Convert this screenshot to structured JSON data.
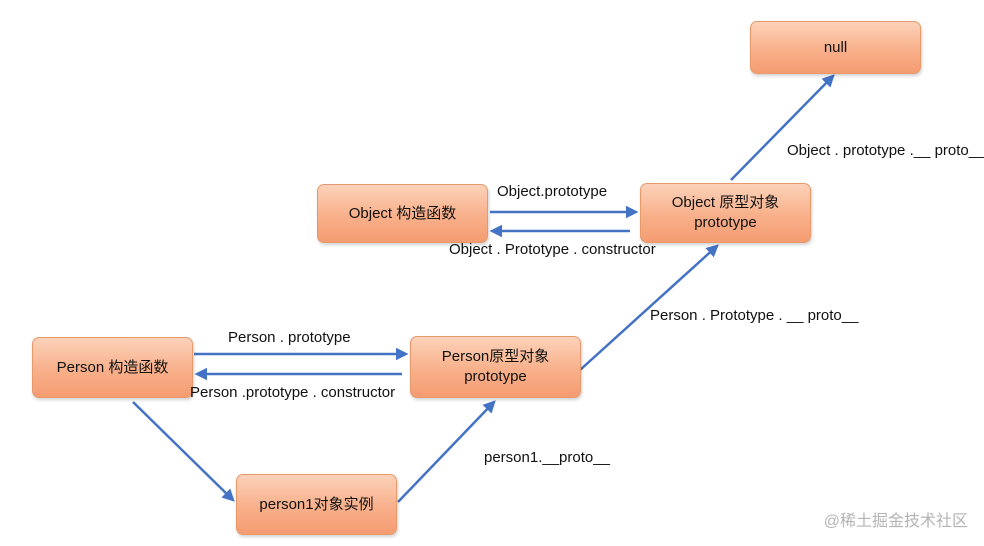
{
  "nodes": {
    "null_node": {
      "text": "null"
    },
    "object_constructor": {
      "text": "Object 构造函数"
    },
    "object_prototype": {
      "line1": "Object 原型对象",
      "line2": "prototype"
    },
    "person_constructor": {
      "text": "Person 构造函数"
    },
    "person_prototype": {
      "line1": "Person原型对象",
      "line2": "prototype"
    },
    "person1_instance": {
      "text": "person1对象实例"
    }
  },
  "labels": {
    "object_prototype_proto": "Object . prototype .__ proto__",
    "object_prototype": "Object.prototype",
    "object_prototype_constructor": "Object . Prototype . constructor",
    "person_prototype_proto": "Person . Prototype . __ proto__",
    "person_prototype": "Person . prototype",
    "person_prototype_constructor": "Person .prototype . constructor",
    "person1_proto": "person1.__proto__"
  },
  "watermark": "@稀土掘金技术社区",
  "colors": {
    "arrow": "#4472c4",
    "node_fill": "#f8b08a",
    "node_border": "#e69a6b"
  }
}
